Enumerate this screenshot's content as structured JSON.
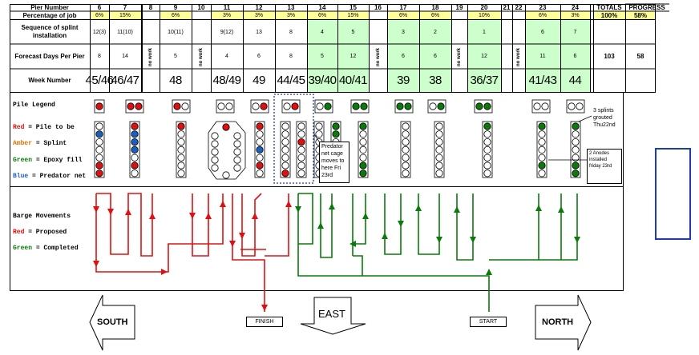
{
  "header": {
    "pier_number_label": "Pier Number",
    "percentage_label": "Percentage of job",
    "sequence_label": "Sequence of splint installation",
    "forecast_label": "Forecast Days Per Pier",
    "week_label": "Week Number",
    "totals_label": "TOTALS",
    "progress_label": "PROGRESS",
    "total_percentage": "100%",
    "progress_percentage": "58%",
    "total_forecast": "103",
    "progress_forecast": "58",
    "no_work_label": "no work",
    "divider_piers": [
      "8",
      "10",
      "16",
      "19",
      "21",
      "22"
    ]
  },
  "piers": [
    {
      "pier": "6",
      "pct": "6%",
      "seq": "12(3)",
      "days": "8",
      "week": "45/46",
      "complete": false
    },
    {
      "pier": "7",
      "pct": "15%",
      "seq": "11(10)",
      "days": "14",
      "week": "46/47",
      "complete": false
    },
    {
      "pier": "9",
      "pct": "6%",
      "seq": "10(11)",
      "days": "5",
      "week": "48",
      "complete": false
    },
    {
      "pier": "11",
      "pct": "3%",
      "seq": "9(12)",
      "days": "4",
      "week": "48/49",
      "complete": false
    },
    {
      "pier": "12",
      "pct": "3%",
      "seq": "13",
      "days": "6",
      "week": "49",
      "complete": false
    },
    {
      "pier": "13",
      "pct": "3%",
      "seq": "8",
      "days": "8",
      "week": "44/45",
      "complete": false
    },
    {
      "pier": "14",
      "pct": "6%",
      "seq": "4",
      "days": "5",
      "week": "39/40",
      "complete": true
    },
    {
      "pier": "15",
      "pct": "15%",
      "seq": "5",
      "days": "12",
      "week": "40/41",
      "complete": true
    },
    {
      "pier": "17",
      "pct": "6%",
      "seq": "3",
      "days": "6",
      "week": "39",
      "complete": true
    },
    {
      "pier": "18",
      "pct": "6%",
      "seq": "2",
      "days": "6",
      "week": "38",
      "complete": true
    },
    {
      "pier": "20",
      "pct": "10%",
      "seq": "1",
      "days": "12",
      "week": "36/37",
      "complete": true
    },
    {
      "pier": "23",
      "pct": "6%",
      "seq": "6",
      "days": "11",
      "week": "41/43",
      "complete": true
    },
    {
      "pier": "24",
      "pct": "3%",
      "seq": "7",
      "days": "6",
      "week": "44",
      "complete": true
    }
  ],
  "legend": {
    "title": "Pile Legend",
    "red": "Red = Pile to be",
    "amber": "Amber = Splint",
    "green": "Green = Epoxy fill",
    "blue": "Blue = Predator net",
    "colors": {
      "red": "#e01010",
      "amber": "#e07000",
      "green": "#0a7a0a",
      "blue": "#1a5fc0"
    }
  },
  "barge": {
    "title": "Barge Movements",
    "red": "Red = Proposed",
    "green": "Green = Completed"
  },
  "notes": {
    "predator": "Predator net cage moves to here Fri 23rd",
    "splints": "3 splints grouted Thu22nd",
    "anodes": "2 Anodes installed friday 23rd"
  },
  "directions": {
    "south": "SOUTH",
    "east": "EAST",
    "north": "NORTH",
    "finish": "FINISH",
    "start": "START"
  },
  "colors": {
    "header_yellow": "#ffff99",
    "complete_green": "#ccffcc",
    "proposed_red": "#e01010",
    "completed_green": "#0a7a0a",
    "frame_blue": "#1f3bb3"
  }
}
